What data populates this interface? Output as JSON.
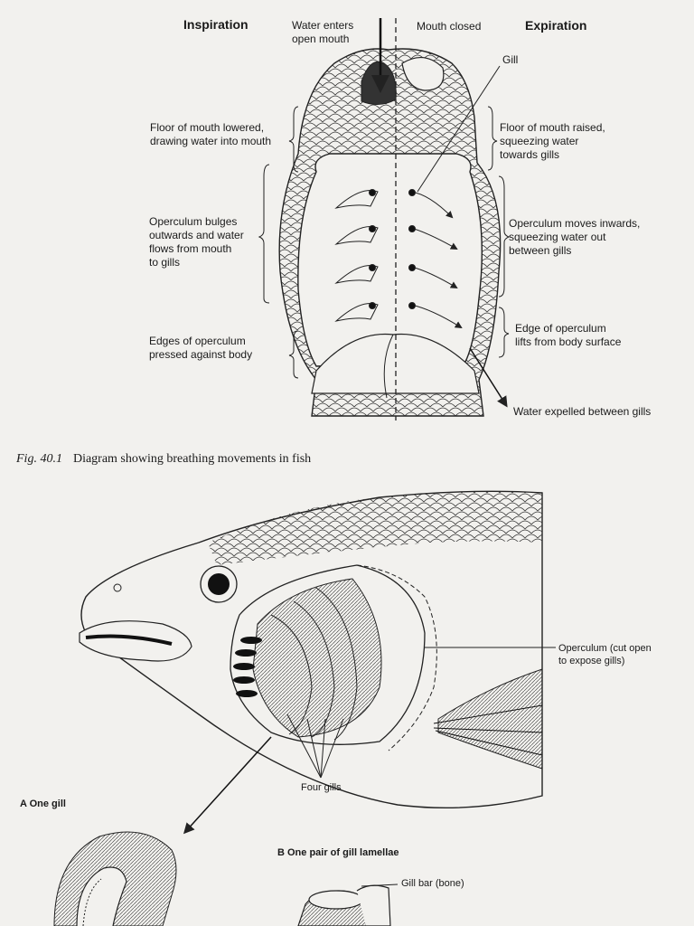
{
  "figure1": {
    "header_left": "Inspiration",
    "header_right": "Expiration",
    "water_enters": "Water enters\nopen mouth",
    "mouth_closed": "Mouth closed",
    "gill": "Gill",
    "left_labels": [
      "Floor of mouth lowered,\ndrawing water into mouth",
      "Operculum bulges\noutwards and water\nflows from mouth\nto gills",
      "Edges of operculum\npressed against body"
    ],
    "right_labels": [
      "Floor of mouth raised,\nsqueezing water\ntowards gills",
      "Operculum moves inwards,\nsqueezing water out\nbetween gills",
      "Edge of operculum\nlifts from body surface"
    ],
    "water_expelled": "Water expelled between gills",
    "caption_fig": "Fig. 40.1",
    "caption_text": "Diagram showing breathing movements in fish"
  },
  "figure2": {
    "operculum": "Operculum (cut open\nto expose gills)",
    "four_gills": "Four gills",
    "panel_a": "A  One gill",
    "panel_b": "B  One pair of gill lamellae",
    "gill_bar": "Gill bar (bone)"
  }
}
